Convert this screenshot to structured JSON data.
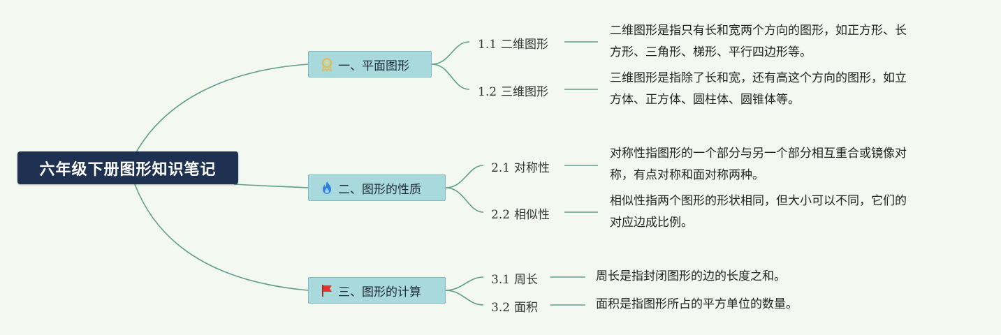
{
  "root": {
    "title": "六年级下册图形知识笔记"
  },
  "branches": [
    {
      "label": "一、平面图形",
      "icon": "award-ribbon-icon",
      "children": [
        {
          "num": "1.1",
          "label": "二维图形",
          "lines": [
            "二维图形是指只有长和宽两个方向的图形，如正方形、长",
            "方形、三角形、梯形、平行四边形等。"
          ]
        },
        {
          "num": "1.2",
          "label": "三维图形",
          "lines": [
            "三维图形是指除了长和宽，还有高这个方向的图形，如立",
            "方体、正方体、圆柱体、圆锥体等。"
          ]
        }
      ]
    },
    {
      "label": "二、图形的性质",
      "icon": "flame-icon",
      "children": [
        {
          "num": "2.1",
          "label": "对称性",
          "lines": [
            "对称性指图形的一个部分与另一个部分相互重合或镜像对",
            "称，有点对称和面对称两种。"
          ]
        },
        {
          "num": "2.2",
          "label": "相似性",
          "lines": [
            "相似性指两个图形的形状相同，但大小可以不同，它们的",
            "对应边成比例。"
          ]
        }
      ]
    },
    {
      "label": "三、图形的计算",
      "icon": "red-flag-icon",
      "children": [
        {
          "num": "3.1",
          "label": "周长",
          "lines": [
            "周长是指封闭图形的边的长度之和。"
          ]
        },
        {
          "num": "3.2",
          "label": "面积",
          "lines": [
            "面积是指图形所占的平方单位的数量。"
          ]
        }
      ]
    }
  ],
  "colors": {
    "background": "#f3f8f1",
    "root_fill": "#1e3150",
    "branch_fill": "#a8d9dc",
    "connector": "#5f9e8c"
  }
}
